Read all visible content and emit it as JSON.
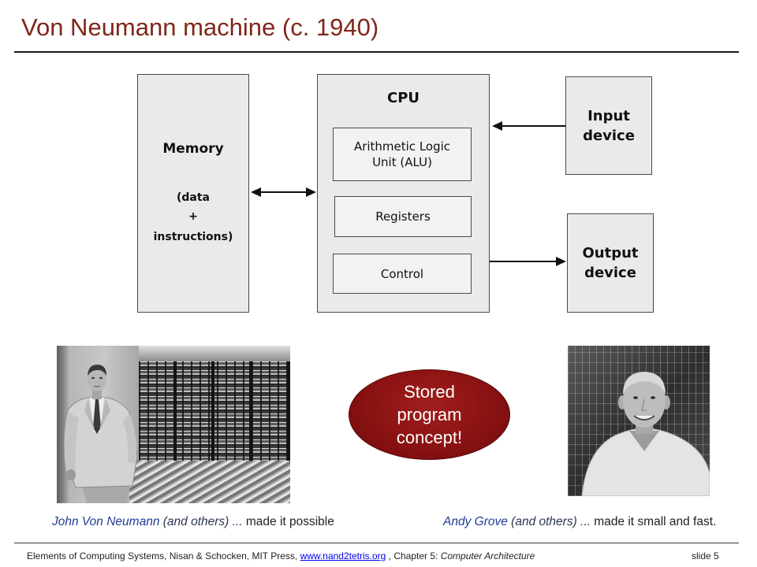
{
  "slide": {
    "title": "Von Neumann machine (c. 1940)",
    "slide_number": "slide 5"
  },
  "diagram": {
    "memory": {
      "title": "Memory",
      "content_line1": "(data",
      "content_line2": "+",
      "content_line3": "instructions)"
    },
    "cpu": {
      "title": "CPU",
      "alu_line1": "Arithmetic Logic",
      "alu_line2": "Unit (ALU)",
      "registers": "Registers",
      "control": "Control"
    },
    "input_device": {
      "line1": "Input",
      "line2": "device"
    },
    "output_device": {
      "line1": "Output",
      "line2": "device"
    }
  },
  "callout": {
    "line1": "Stored",
    "line2": "program",
    "line3": "concept!"
  },
  "captions": {
    "left": {
      "name": "John Von Neumann",
      "others": "(and others) ...",
      "rest": "made it possible"
    },
    "right": {
      "name": "Andy Grove",
      "others": "(and others) ...",
      "rest": "made it small and fast."
    }
  },
  "footer": {
    "book": "Elements of Computing Systems, Nisan & Schocken, MIT Press,",
    "link": "www.nand2tetris.org",
    "chapter_prefix": ", Chapter 5:",
    "chapter_title": "Computer Architecture"
  },
  "colors": {
    "title": "#80261a",
    "callout_fill": "#8a1212",
    "caption_name": "#1f3c96",
    "link": "#0000ee",
    "box_fill": "#eaeaea"
  }
}
